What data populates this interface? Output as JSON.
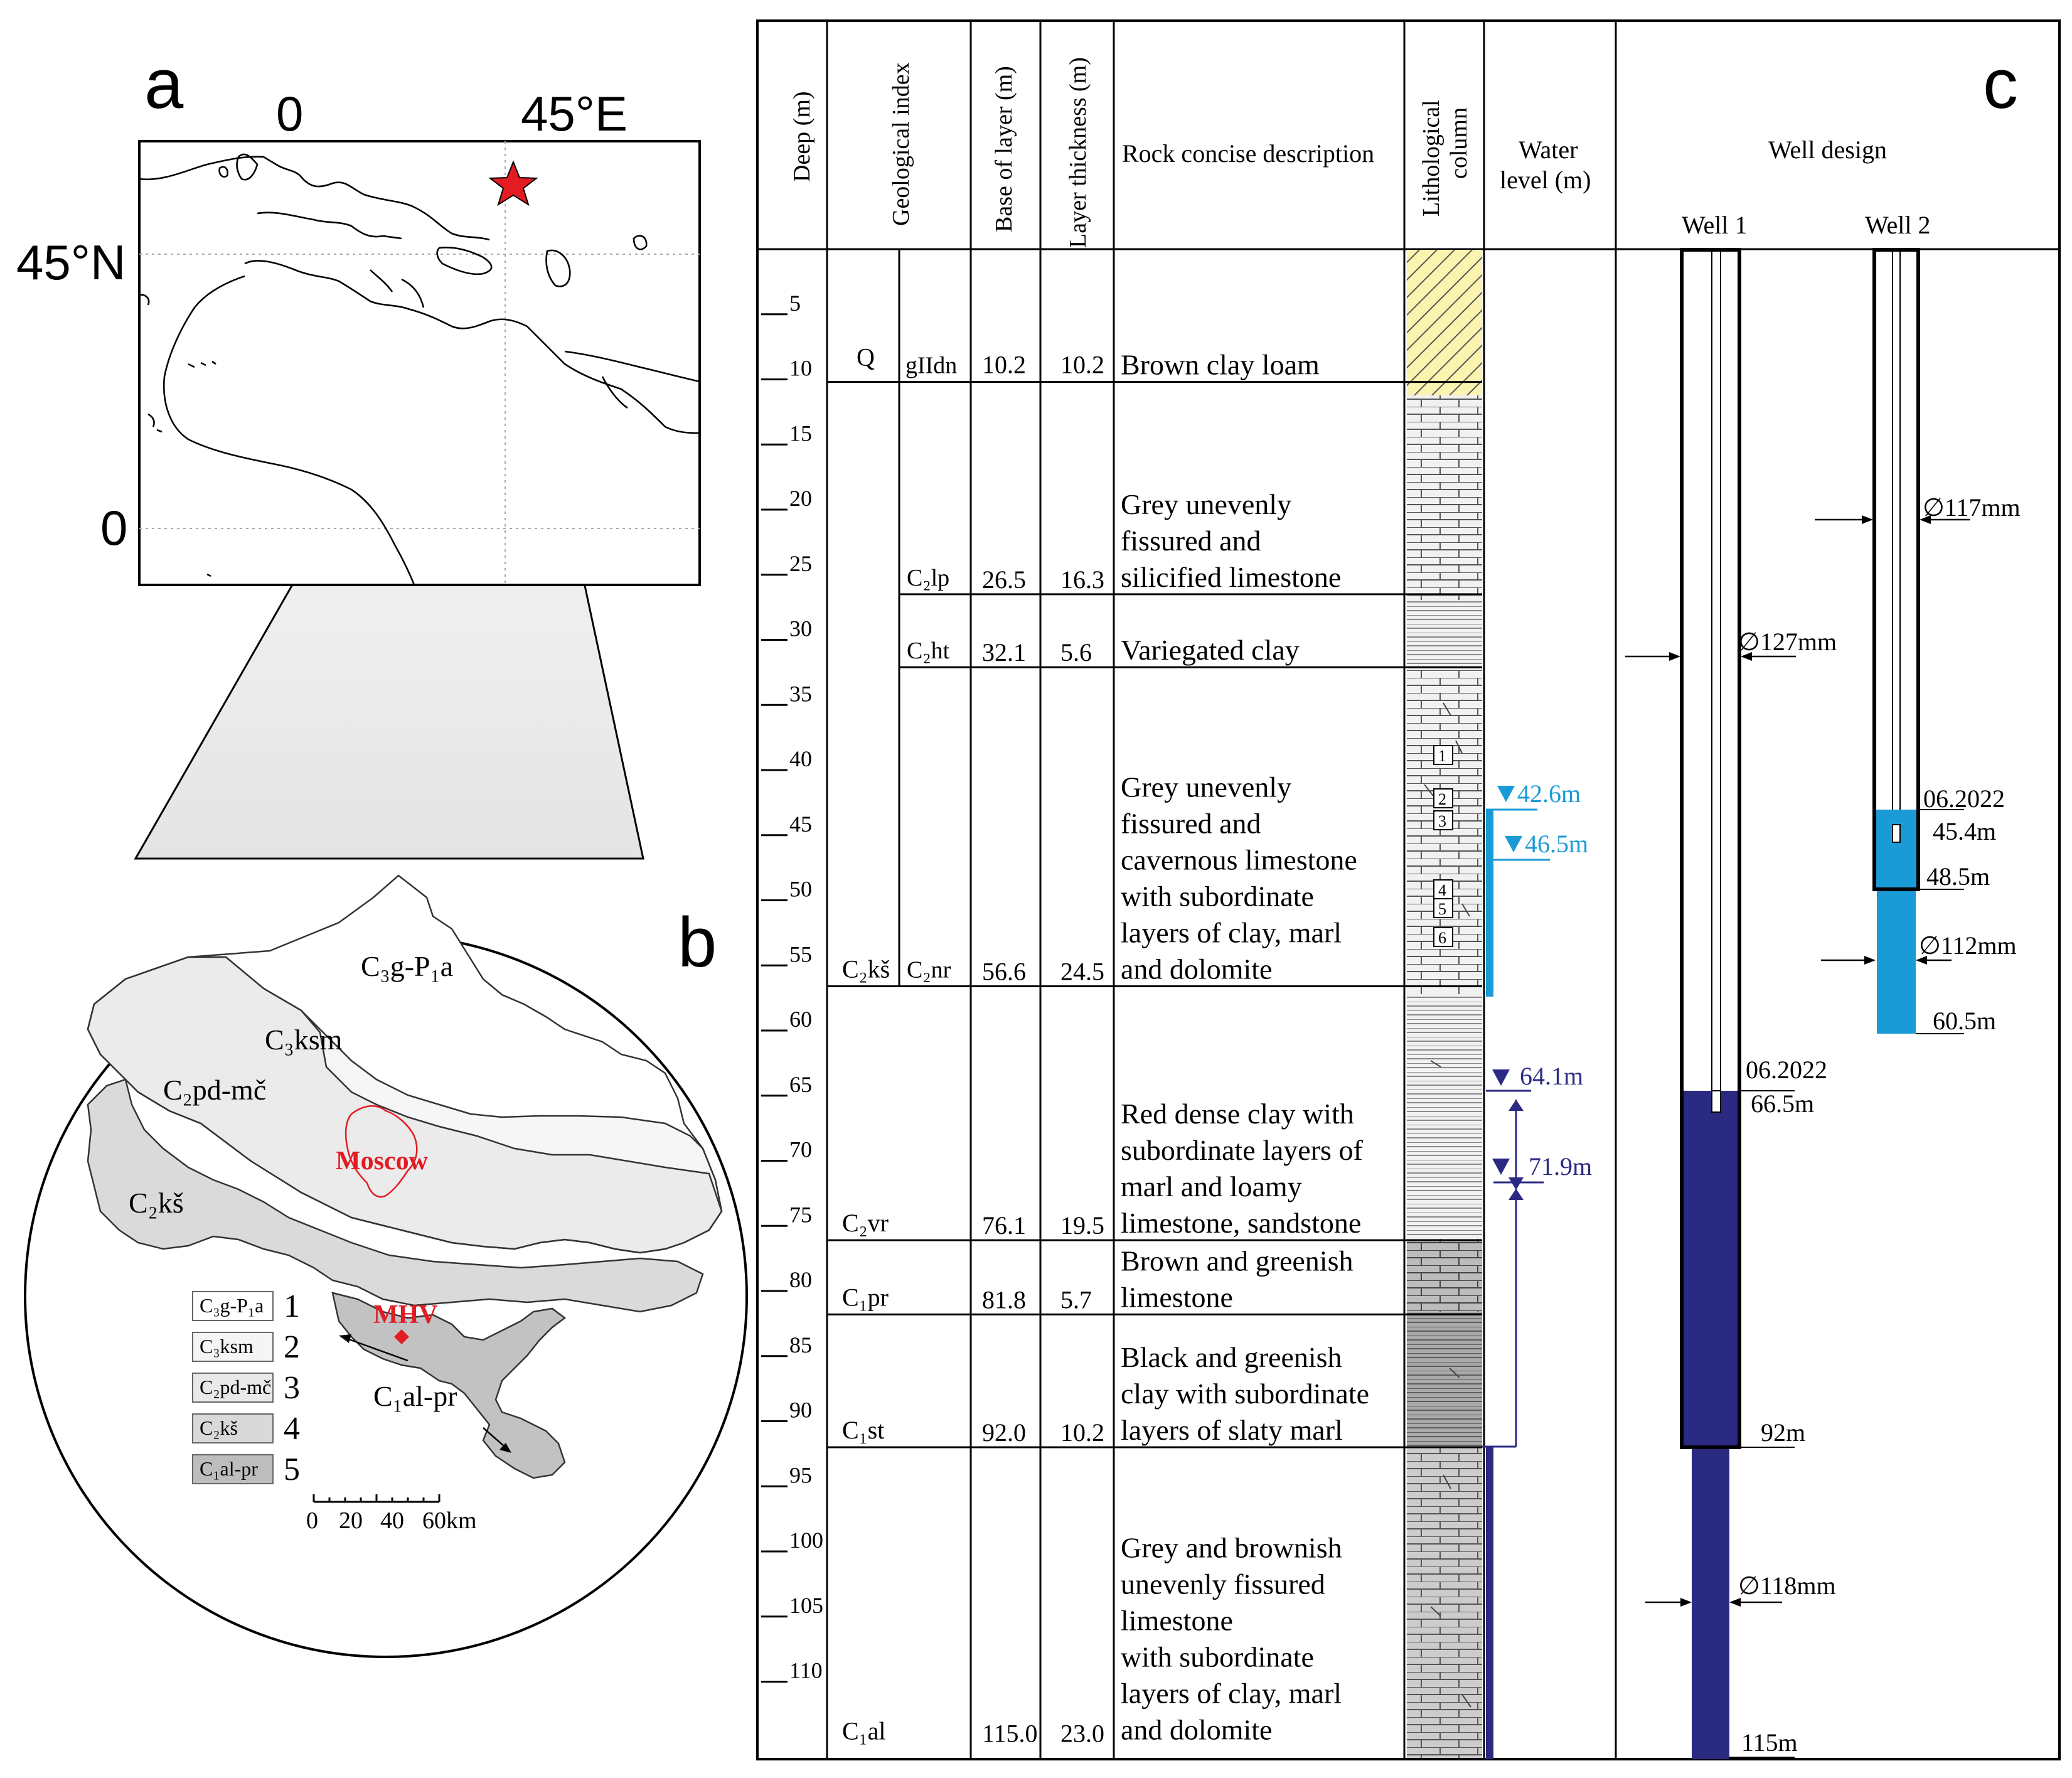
{
  "panels": {
    "a": {
      "label": "a",
      "lon_labels": [
        "0",
        "45°E"
      ],
      "lat_labels": [
        "45°N",
        "0"
      ]
    },
    "b": {
      "label": "b",
      "region_labels": {
        "c3g_p1a": "C₃g-P₁a",
        "c3ksm": "C₃ksm",
        "c2pd_mc": "C₂pd-mč",
        "c2ks": "C₂kš",
        "c1al_pr": "C₁al-pr"
      },
      "city_label": "Moscow",
      "site_label": "MHV",
      "legend": [
        {
          "code": "C₃g-P₁a",
          "num": "1",
          "fill": "#ffffff"
        },
        {
          "code": "C₃ksm",
          "num": "2",
          "fill": "#f5f5f5"
        },
        {
          "code": "C₂pd-mč",
          "num": "3",
          "fill": "#e9e9e9"
        },
        {
          "code": "C₂kš",
          "num": "4",
          "fill": "#d9d9d9"
        },
        {
          "code": "C₁al-pr",
          "num": "5",
          "fill": "#bdbdbd"
        }
      ],
      "scale_labels": [
        "0",
        "20",
        "40",
        "60km"
      ]
    },
    "c": {
      "label": "c",
      "headers": {
        "deep": "Deep (m)",
        "index": "Geological index",
        "base": "Base of layer (m)",
        "thick": "Layer thickness (m)",
        "desc": "Rock concise description",
        "litho_1": "Lithological",
        "litho_2": "column",
        "water_1": "Water",
        "water_2": "level (m)",
        "well": "Well design"
      },
      "depth_ticks": [
        "5",
        "10",
        "15",
        "20",
        "25",
        "30",
        "35",
        "40",
        "45",
        "50",
        "55",
        "60",
        "65",
        "70",
        "75",
        "80",
        "85",
        "90",
        "95",
        "100",
        "105",
        "110"
      ],
      "layers": [
        {
          "idx1": "Q",
          "idx2": "gIIdn",
          "base": "10.2",
          "thick": "10.2",
          "desc": [
            "Brown clay loam"
          ]
        },
        {
          "idx1": "",
          "idx2": "C₂lp",
          "base": "26.5",
          "thick": "16.3",
          "desc": [
            "Grey unevenly",
            "fissured and",
            "silicified limestone"
          ]
        },
        {
          "idx1": "",
          "idx2": "C₂ht",
          "base": "32.1",
          "thick": "5.6",
          "desc": [
            "Variegated clay"
          ]
        },
        {
          "idx1": "C₂kš",
          "idx2": "C₂nr",
          "base": "56.6",
          "thick": "24.5",
          "desc": [
            "Grey unevenly",
            "fissured and",
            "cavernous limestone",
            "with subordinate",
            "layers of clay, marl",
            "and dolomite"
          ]
        },
        {
          "idx1": "C₂vr",
          "idx2": "",
          "base": "76.1",
          "thick": "19.5",
          "desc": [
            "Red dense clay with",
            "subordinate layers of",
            "marl and loamy",
            "limestone, sandstone"
          ]
        },
        {
          "idx1": "C₁pr",
          "idx2": "",
          "base": "81.8",
          "thick": "5.7",
          "desc": [
            "Brown and greenish",
            "limestone"
          ]
        },
        {
          "idx1": "C₁st",
          "idx2": "",
          "base": "92.0",
          "thick": "10.2",
          "desc": [
            "Black and greenish",
            "clay with subordinate",
            "layers of slaty marl"
          ]
        },
        {
          "idx1": "C₁al",
          "idx2": "",
          "base": "115.0",
          "thick": "23.0",
          "desc": [
            "Grey and brownish",
            "unevenly fissured",
            "limestone",
            "with subordinate",
            "layers of clay, marl",
            "and dolomite"
          ]
        }
      ],
      "litho_markers": [
        "1",
        "2",
        "3",
        "4",
        "5",
        "6"
      ],
      "water_levels": {
        "upper": [
          "42.6m",
          "46.5m"
        ],
        "lower": [
          "64.1m",
          "71.9m"
        ],
        "upper_color": "#1a9bd7",
        "lower_color": "#2b2a83"
      },
      "wells": {
        "well1": {
          "name": "Well 1",
          "date": "06.2022",
          "level": "66.5m",
          "casing_diam": "∅127mm",
          "casing_bottom": "92m",
          "open_diam": "∅118mm",
          "total": "115m",
          "fill_color": "#2b2a83"
        },
        "well2": {
          "name": "Well 2",
          "date": "06.2022",
          "level": "45.4m",
          "casing_diam": "∅117mm",
          "casing_bottom": "48.5m",
          "open_diam": "∅112mm",
          "total": "60.5m",
          "fill_color": "#1a9bd7"
        }
      }
    }
  }
}
